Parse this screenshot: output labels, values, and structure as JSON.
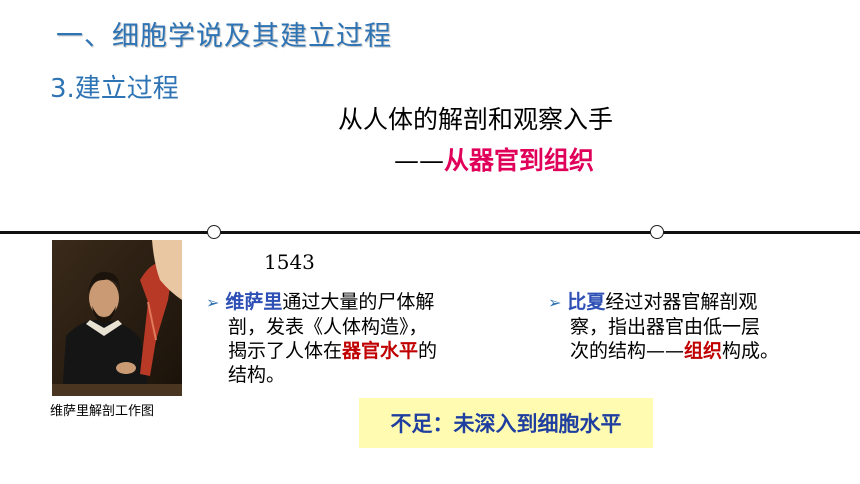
{
  "slide": {
    "title": "一、细胞学说及其建立过程",
    "subtitle": "3.建立过程",
    "heading_line1": "从人体的解剖和观察入手",
    "heading_dash": "——",
    "heading_highlight": "从器官到组织"
  },
  "timeline": {
    "year": "1543"
  },
  "portrait": {
    "caption": "维萨里解剖工作图"
  },
  "left_point": {
    "person": "维萨里",
    "text_a": "通过大量的尸体解",
    "text_b": "剖，发表《人体构造》，",
    "text_c": "揭示了人体在",
    "highlight": "器官水平",
    "text_d": "的",
    "text_e": "结构。"
  },
  "right_point": {
    "person": "比夏",
    "text_a": "经过对器官解剖观",
    "text_b": "察，指出器官由低一层",
    "text_c": "次的结构——",
    "highlight": "组织",
    "text_d": "构成。"
  },
  "note": {
    "text": "不足：未深入到细胞水平"
  },
  "colors": {
    "title_blue": "#2e74b5",
    "highlight_red": "#c00000",
    "note_bg": "#fffbb0"
  }
}
